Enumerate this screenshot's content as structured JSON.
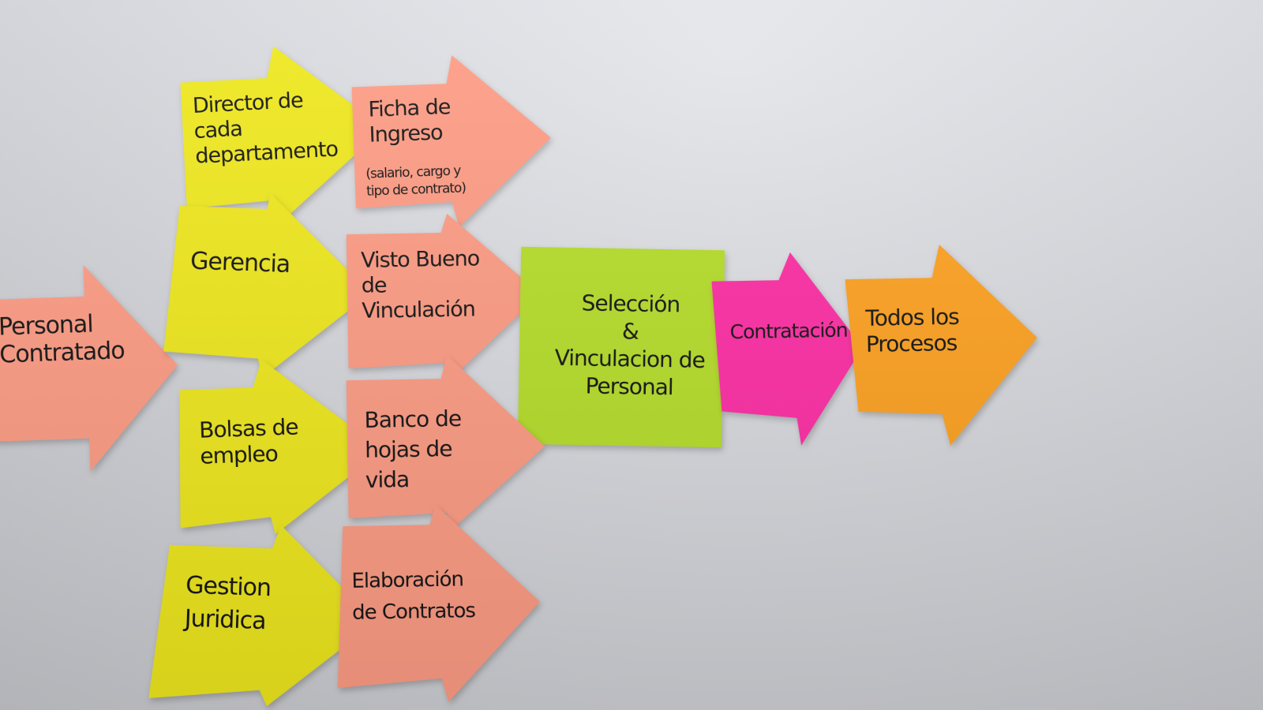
{
  "colors": {
    "wall": "#d9dadf",
    "yellow": "#f0e91e",
    "salmon": "#ff9d85",
    "green": "#b7df2b",
    "magenta": "#ff2fa6",
    "orange": "#ffa322",
    "ink": "#141414"
  },
  "notes": {
    "personal": {
      "text": "Personal\n  Contratado",
      "color": "salmon"
    },
    "director": {
      "text": "Director de\ncada\ndepartamento",
      "color": "yellow"
    },
    "gerencia": {
      "text": "Gerencia",
      "color": "yellow"
    },
    "bolsas": {
      "text": "Bolsas de\n  empleo",
      "color": "yellow"
    },
    "gestion": {
      "text": "Gestion\n   Juridica",
      "color": "yellow"
    },
    "ficha": {
      "text": "Ficha de\n    Ingreso",
      "sub": "(salario, cargo y\n   tipo de contrato)",
      "color": "salmon"
    },
    "visto": {
      "text": "Visto Bueno\n    de\nVinculación",
      "color": "salmon"
    },
    "banco": {
      "text": "Banco de\nhojas de\n   vida",
      "color": "salmon"
    },
    "elaboracion": {
      "text": "Elaboración\nde Contratos",
      "color": "salmon"
    },
    "seleccion": {
      "text": "Selección\n&\nVinculacion de\nPersonal",
      "color": "green"
    },
    "contratacion": {
      "text": "Contratación",
      "color": "magenta"
    },
    "todos": {
      "text": "Todos los\n   Procesos",
      "color": "orange"
    }
  }
}
